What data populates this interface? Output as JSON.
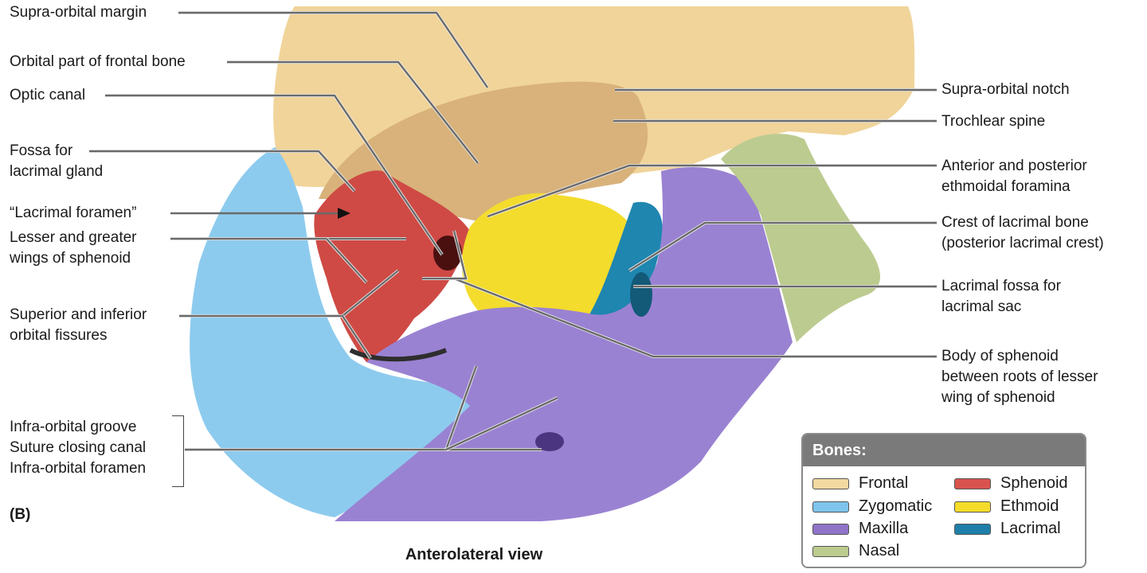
{
  "labels_left": {
    "supra_orbital_margin": "Supra-orbital margin",
    "orbital_part_frontal": "Orbital part of frontal bone",
    "optic_canal": "Optic canal",
    "fossa_lacrimal_gland_1": "Fossa for",
    "fossa_lacrimal_gland_2": "lacrimal gland",
    "lacrimal_foramen": "“Lacrimal foramen”",
    "wings_sphenoid_1": "Lesser and greater",
    "wings_sphenoid_2": "wings of sphenoid",
    "orbital_fissures_1": "Superior and inferior",
    "orbital_fissures_2": "orbital fissures",
    "infra_orbital_groove": "Infra-orbital groove",
    "suture_closing_canal": "Suture closing canal",
    "infra_orbital_foramen": "Infra-orbital foramen"
  },
  "labels_right": {
    "supra_orbital_notch": "Supra-orbital notch",
    "trochlear_spine": "Trochlear spine",
    "ethmoidal_foramina_1": "Anterior and posterior",
    "ethmoidal_foramina_2": "ethmoidal foramina",
    "crest_lacrimal_1": "Crest of lacrimal bone",
    "crest_lacrimal_2": "(posterior lacrimal crest)",
    "lacrimal_fossa_1": "Lacrimal fossa for",
    "lacrimal_fossa_2": "lacrimal sac",
    "body_sphenoid_1": "Body of sphenoid",
    "body_sphenoid_2": "between roots of lesser",
    "body_sphenoid_3": "wing of sphenoid"
  },
  "panel_letter": "(B)",
  "caption": "Anterolateral view",
  "legend": {
    "title": "Bones:",
    "items": [
      {
        "label": "Frontal",
        "color": "#f2d9a0"
      },
      {
        "label": "Zygomatic",
        "color": "#7ec4ec"
      },
      {
        "label": "Maxilla",
        "color": "#8f74c8"
      },
      {
        "label": "Nasal",
        "color": "#bccb8f"
      },
      {
        "label": "Sphenoid",
        "color": "#d9534e"
      },
      {
        "label": "Ethmoid",
        "color": "#f5dc2a"
      },
      {
        "label": "Lacrimal",
        "color": "#1f7fa8"
      }
    ]
  },
  "colors": {
    "frontal": "#f0d49a",
    "frontal_orbit": "#d8b27a",
    "zygomatic": "#8dcbee",
    "maxilla": "#9a82d2",
    "nasal": "#bccb8f",
    "sphenoid": "#cf4a45",
    "ethmoid": "#f3dc2c",
    "lacrimal": "#1f86b0"
  }
}
